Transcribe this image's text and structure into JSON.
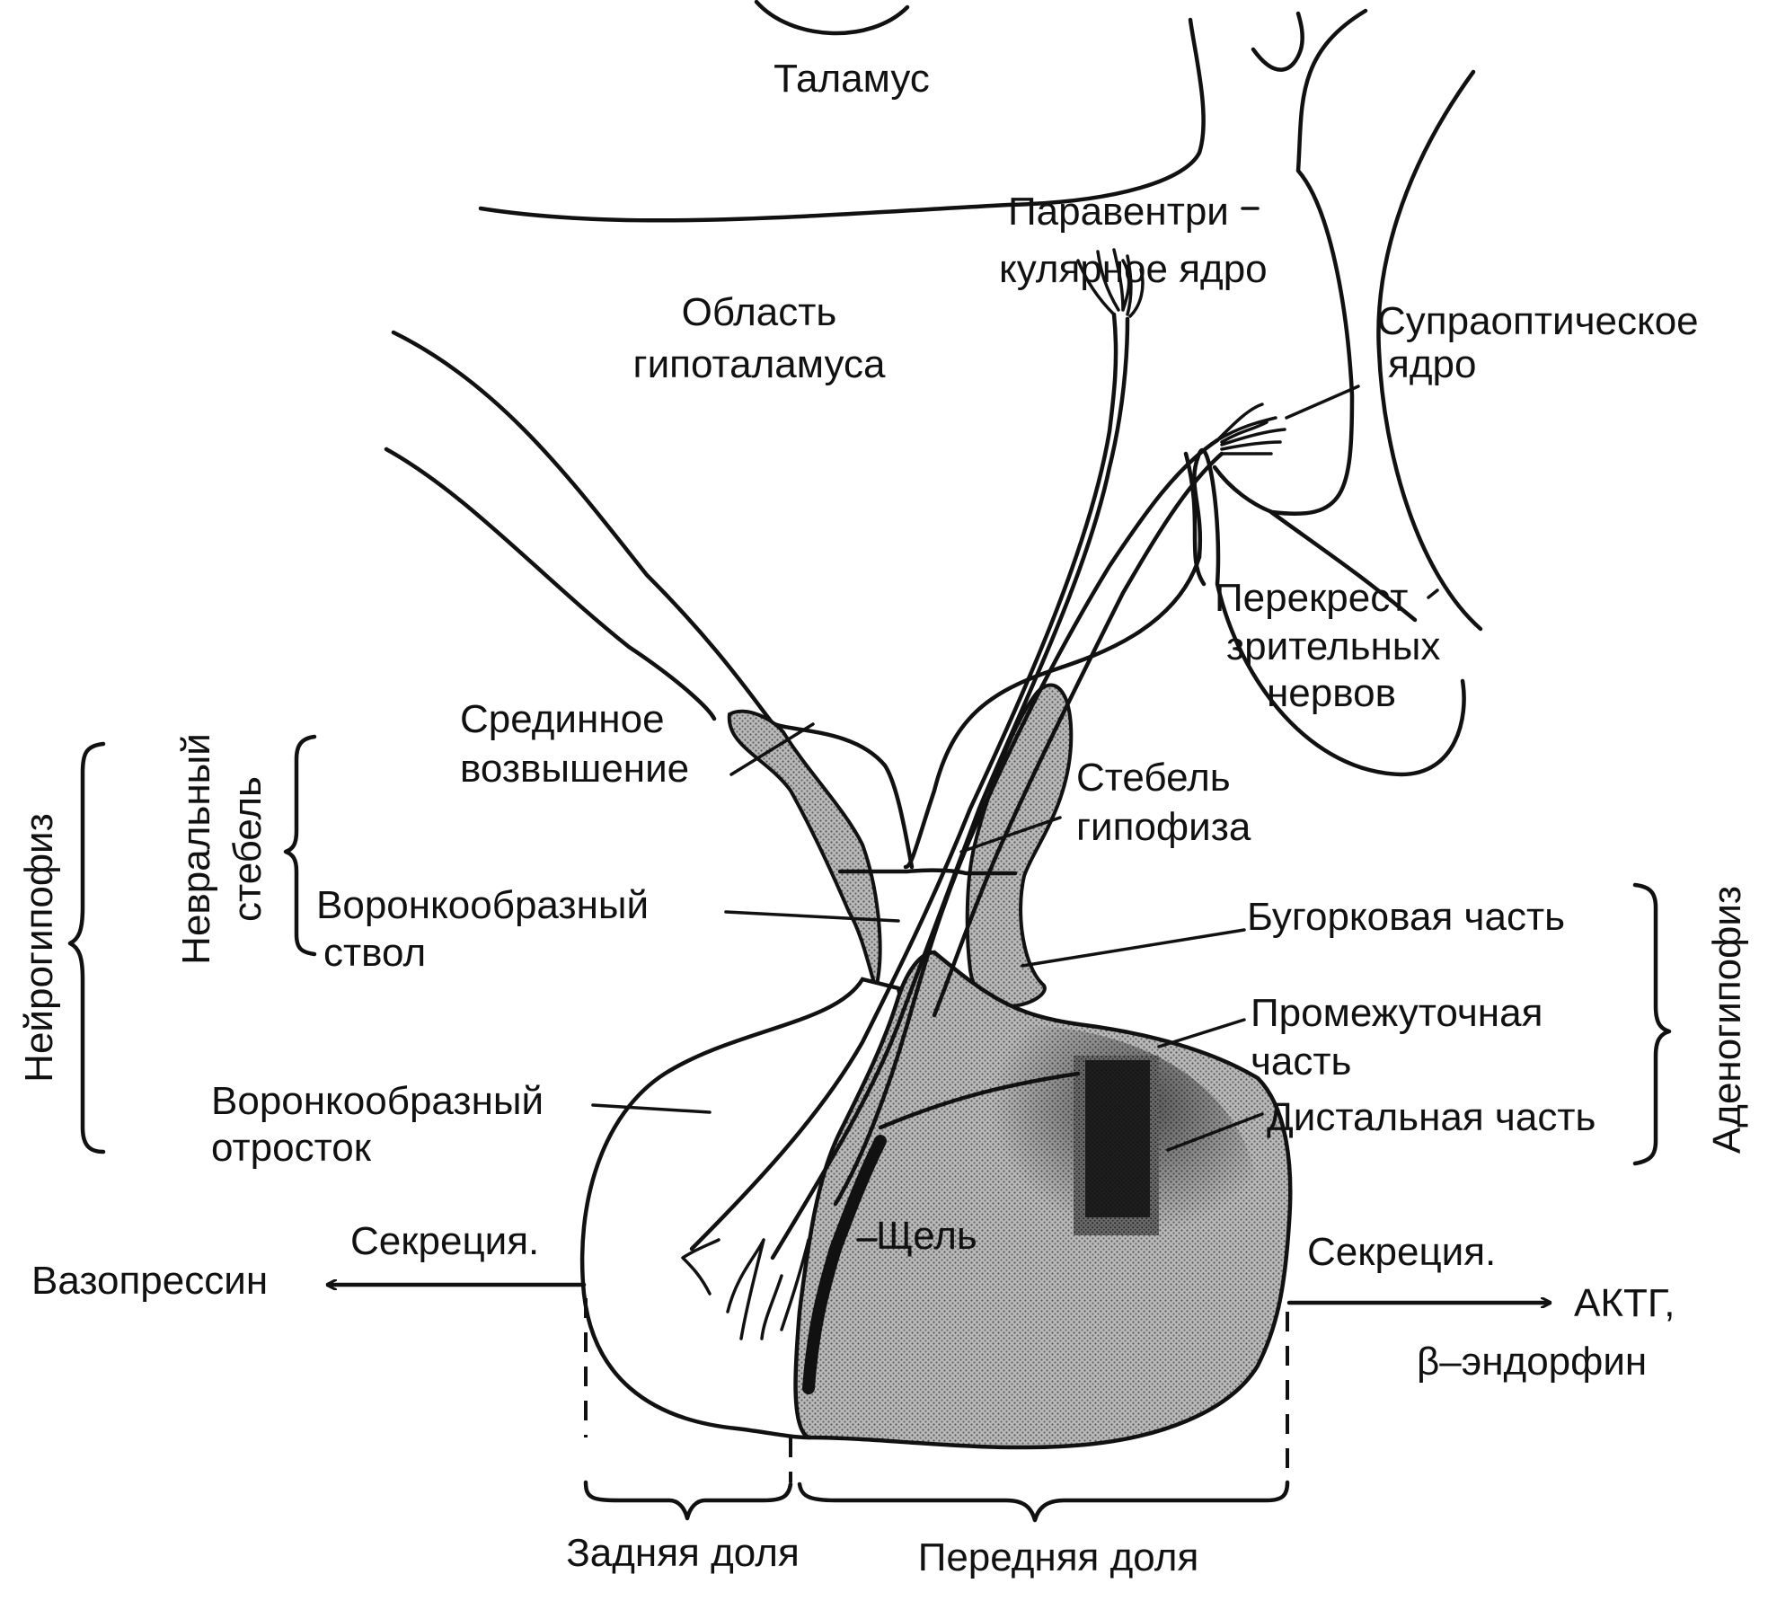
{
  "labels": {
    "thalamus": "Таламус",
    "paraventricular_1": "Паравентри",
    "paraventricular_2": "кулярное ядро",
    "hypothalamus_1": "Область",
    "hypothalamus_2": "гипоталамуса",
    "supraoptic_1": "Супраоптическое",
    "supraoptic_2": "ядро",
    "chiasm_1": "Перекрест",
    "chiasm_2": "зрительных",
    "chiasm_3": "нервов",
    "median_eminence_1": "Срединное",
    "median_eminence_2": "возвышение",
    "pituitary_stalk_1": "Стебель",
    "pituitary_stalk_2": "гипофиза",
    "infundibular_stem_1": "Воронкообразный",
    "infundibular_stem_2": "ствол",
    "pars_tuberalis": "Бугорковая часть",
    "pars_intermedia_1": "Промежуточная",
    "pars_intermedia_2": "часть",
    "pars_distalis": "Дистальная часть",
    "infundibular_process_1": "Воронкообразный",
    "infundibular_process_2": "отросток",
    "cleft": "Щель",
    "secretion_left": "Секреция.",
    "secretion_right": "Секреция.",
    "vasopressin": "Вазопрессин",
    "acth": "АКТГ,",
    "endorphin": "β–эндорфин",
    "posterior_lobe": "Задняя доля",
    "anterior_lobe": "Передняя доля",
    "neural_stalk_1": "Невральный",
    "neural_stalk_2": "стебель",
    "neurohypophysis": "Нейрогипофиз",
    "adenohypophysis": "Аденогипофиз"
  }
}
